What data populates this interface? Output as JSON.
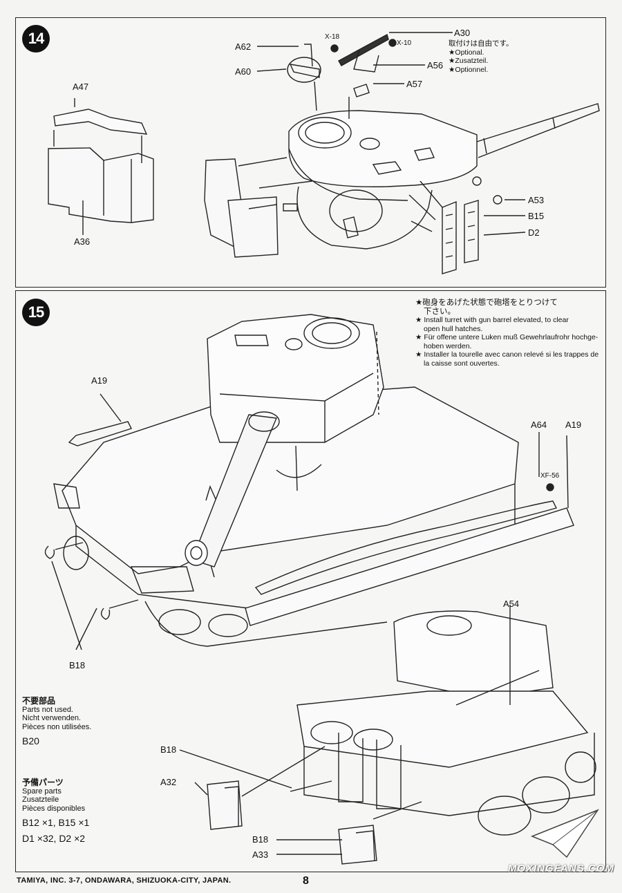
{
  "step14": {
    "number": "14",
    "labels": {
      "a47": "A47",
      "a36": "A36",
      "a62": "A62",
      "a60": "A60",
      "x18": "X-18",
      "x10": "X-10",
      "a30": "A30",
      "a56": "A56",
      "a57": "A57",
      "a53": "A53",
      "b15": "B15",
      "d2": "D2"
    },
    "optional_note": {
      "jp": "取付けは自由です。",
      "lines": [
        "★Optional.",
        "★Zusatzteil.",
        "★Optionnel."
      ]
    }
  },
  "step15": {
    "number": "15",
    "labels": {
      "a19_left": "A19",
      "a64": "A64",
      "a19_right": "A19",
      "xf56": "XF-56",
      "b18_left": "B18",
      "a54": "A54",
      "b18_mid": "B18",
      "a32": "A32",
      "b18_low": "B18",
      "a33": "A33"
    },
    "instruction": {
      "jp_line1": "★砲身をあげた状態で砲塔をとりつけて",
      "jp_line2": "下さい。",
      "en_line1": "★ Install turret with gun barrel elevated, to clear",
      "en_line2": "open hull hatches.",
      "de_line1": "★ Für offene untere Luken muß Gewehrlaufrohr hochge-",
      "de_line2": "hoben werden.",
      "fr_line1": "★ Installer la tourelle avec canon relevé si les trappes de",
      "fr_line2": "la caisse sont ouvertes."
    },
    "parts_not_used": {
      "jp": "不要部品",
      "en": "Parts not used.",
      "de": "Nicht verwenden.",
      "fr": "Pièces non utilisées.",
      "parts": "B20"
    },
    "spare_parts": {
      "jp": "予備パーツ",
      "en": "Spare parts",
      "de": "Zusatzteile",
      "fr": "Pièces disponibles",
      "line1": "B12 ×1,  B15 ×1",
      "line2": "D1 ×32,  D2 ×2"
    }
  },
  "footer": {
    "company": "TAMIYA, INC. 3-7, ONDAWARA, SHIZUOKA-CITY, JAPAN.",
    "page": "8"
  },
  "watermark": "MOXINGFANS.COM"
}
